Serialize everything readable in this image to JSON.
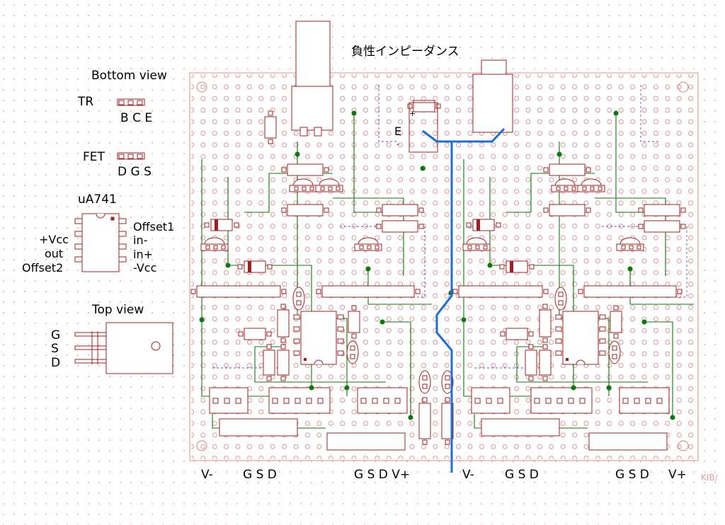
{
  "title": "負性インピーダンス",
  "legend": {
    "bottom_view_title": "Bottom view",
    "tr_label": "TR",
    "tr_pins": "B C E",
    "fet_label": "FET",
    "fet_pins": "D G S",
    "opamp_label": "uA741",
    "opamp_left_pins": [
      "+Vcc",
      "out",
      "Offset2"
    ],
    "opamp_right_pins": [
      "Offset1",
      "in-",
      "in+",
      "-Vcc"
    ],
    "top_view_title": "Top view",
    "top_view_pins": [
      "G",
      "S",
      "D"
    ]
  },
  "board": {
    "marker_e": "E",
    "marker_plus": "+",
    "marker_minus": "-",
    "bottom_labels": {
      "left_vminus": "V-",
      "left_gsd1": "G S D",
      "center_gsd_vplus": "G S D V+",
      "right_vminus": "V-",
      "right_gsd1": "G S D",
      "right_gsd2": "G S D",
      "right_vplus": "V+"
    },
    "watermark": "KIB/"
  },
  "colors": {
    "background": "#ffffff",
    "grid_dot": "#d97c7c",
    "board_outline": "#e8a0a0",
    "part_outline": "#a02020",
    "hole": "#d08080",
    "trace_green": "#0a7a0a",
    "trace_blue": "#1a6fd0",
    "jumper_dash": "#5050c0"
  }
}
